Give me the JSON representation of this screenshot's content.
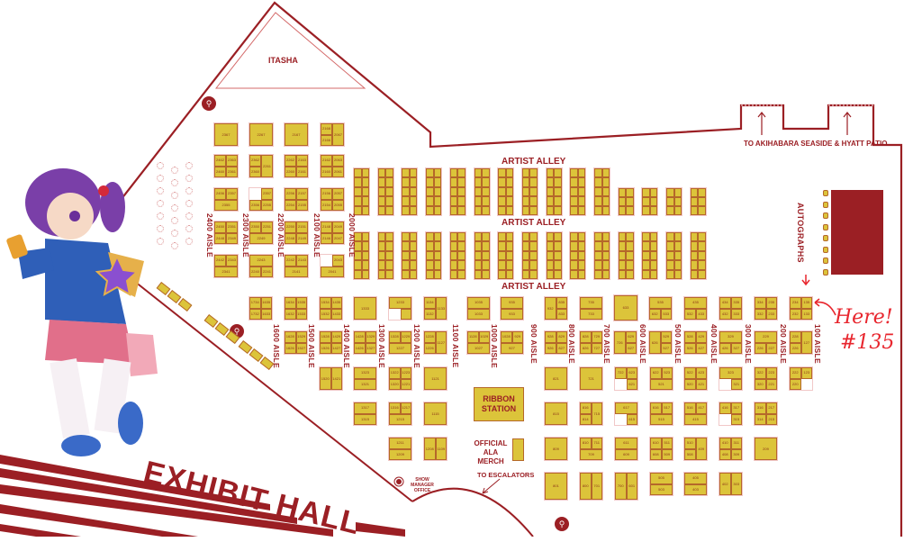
{
  "title": "EXHIBIT HALL",
  "areas": {
    "itasha": "ITASHA",
    "artist_alley": [
      "ARTIST ALLEY",
      "ARTIST ALLEY",
      "ARTIST ALLEY"
    ],
    "autographs": "AUTOGRAPHS",
    "ribbon_station": "RIBBON STATION",
    "official_merch": "OFFICIAL ALA MERCH",
    "show_manager": "SHOW MANAGER OFFICE",
    "to_escalators": "TO ESCALATORS",
    "to_patio": "TO AKIHABARA SEASIDE & HYATT PATIO"
  },
  "callout": {
    "text": "Here!",
    "booth": "#135"
  },
  "aisles": {
    "upper": [
      "2400 AISLE",
      "2300 AISLE",
      "2200 AISLE",
      "2100 AISLE",
      "2000 AISLE"
    ],
    "lower": [
      "1600 AISLE",
      "1500 AISLE",
      "1400 AISLE",
      "1300 AISLE",
      "1200 AISLE",
      "1100 AISLE",
      "1000 AISLE",
      "900 AISLE",
      "800 AISLE",
      "700 AISLE",
      "600 AISLE",
      "500 AISLE",
      "400 AISLE",
      "300 AISLE",
      "200 AISLE",
      "100 AISLE"
    ]
  },
  "colors": {
    "accent": "#9b1f24",
    "booth": "#dcc43a",
    "callout": "#e8262e"
  },
  "booth_blocks": {
    "upper": [
      [
        "2367"
      ],
      [
        "2267"
      ],
      [
        "2167"
      ],
      [
        "2168",
        "2067",
        "2166"
      ],
      [
        "2462",
        "2363",
        "2460",
        "2361"
      ],
      [
        "2362",
        "2261",
        "2360"
      ],
      [
        "2262",
        "2163",
        "2260",
        "2161"
      ],
      [
        "2162",
        "2063",
        "2160",
        "2061"
      ],
      [
        "2456",
        "2357",
        "2355"
      ],
      [
        "2357",
        "2356",
        "2255"
      ],
      [
        "2256",
        "2157",
        "2254",
        "2155"
      ],
      [
        "2156",
        "2057",
        "2154",
        "2055"
      ],
      [
        "2450",
        "2351",
        "2448",
        "2349"
      ],
      [
        "2350",
        "2251",
        "2249"
      ],
      [
        "2250",
        "2151",
        "2248",
        "2149"
      ],
      [
        "2148",
        "2049",
        "2146",
        "2047"
      ],
      [
        "2442",
        "2343",
        "2341"
      ],
      [
        "2243",
        "2240",
        "2241"
      ],
      [
        "2242",
        "2143",
        "2141"
      ],
      [
        "2043",
        "2041"
      ]
    ],
    "row_a": [
      [
        "1734",
        "1635",
        "1732",
        "1633"
      ],
      [
        "1634",
        "1535",
        "1632",
        "1533"
      ],
      [
        "1534",
        "1435",
        "1532",
        "1433"
      ],
      [
        "1333"
      ],
      [
        "1233"
      ],
      [
        "1134",
        "1133",
        "1132"
      ],
      [
        "1035",
        "1033"
      ],
      [
        "935",
        "933"
      ],
      [
        "932",
        "835",
        "833"
      ],
      [
        "735",
        "733"
      ],
      [
        "633"
      ],
      [
        "535",
        "632",
        "533"
      ],
      [
        "435",
        "532",
        "433"
      ],
      [
        "434",
        "335",
        "432",
        "333"
      ],
      [
        "334",
        "235",
        "332",
        "233"
      ],
      [
        "234",
        "135",
        "232",
        "133"
      ]
    ],
    "row_b": [
      [
        "1628",
        "1529",
        "1626",
        "1527"
      ],
      [
        "1528",
        "1429",
        "1526",
        "1427"
      ],
      [
        "1428",
        "1329",
        "1426",
        "1327"
      ],
      [
        "1328",
        "1229",
        "1227"
      ],
      [
        "1228",
        "1127",
        "1226"
      ],
      [
        "1128",
        "1029",
        "1027"
      ],
      [
        "1028",
        "929",
        "927"
      ],
      [
        "928",
        "829",
        "926",
        "827"
      ],
      [
        "828",
        "729",
        "826",
        "727"
      ],
      [
        "726",
        "629",
        "627"
      ],
      [
        "626",
        "529",
        "527"
      ],
      [
        "528",
        "429",
        "526",
        "427"
      ],
      [
        "329",
        "426",
        "327"
      ],
      [
        "229",
        "226",
        "227"
      ],
      [
        "228",
        "127",
        "226"
      ]
    ],
    "row_c": [
      [
        "1520",
        "1421"
      ],
      [
        "1323",
        "1321"
      ],
      [
        "1322",
        "1223",
        "1320",
        "1221"
      ],
      [
        "1121"
      ],
      [
        "821"
      ],
      [
        "721"
      ],
      [
        "722",
        "623",
        "621"
      ],
      [
        "622",
        "523",
        "521"
      ],
      [
        "522",
        "423",
        "520",
        "421"
      ],
      [
        "323",
        "321"
      ],
      [
        "322",
        "223",
        "320",
        "221"
      ],
      [
        "222",
        "123",
        "220"
      ]
    ],
    "row_d": [
      [
        "1317",
        "1315"
      ],
      [
        "1316",
        "1217",
        "1215"
      ],
      [
        "1115"
      ],
      [
        "815"
      ],
      [
        "816",
        "715",
        "814"
      ],
      [
        "617",
        "615"
      ],
      [
        "616",
        "517",
        "515"
      ],
      [
        "516",
        "417",
        "415"
      ],
      [
        "416",
        "317",
        "315"
      ],
      [
        "316",
        "217",
        "314",
        "215"
      ]
    ],
    "row_e": [
      [
        "1211",
        "1209"
      ],
      [
        "1208",
        "1109"
      ],
      [
        "809"
      ],
      [
        "810",
        "711",
        "709"
      ],
      [
        "611",
        "609"
      ],
      [
        "610",
        "511",
        "608",
        "509"
      ],
      [
        "510",
        "409",
        "508"
      ],
      [
        "410",
        "311",
        "408",
        "309"
      ],
      [
        "209"
      ]
    ],
    "row_f": [
      [
        "801"
      ],
      [
        "800",
        "701"
      ],
      [
        "700",
        "601"
      ],
      [
        "505",
        "503"
      ],
      [
        "405",
        "403"
      ],
      [
        "402",
        "303"
      ]
    ]
  }
}
